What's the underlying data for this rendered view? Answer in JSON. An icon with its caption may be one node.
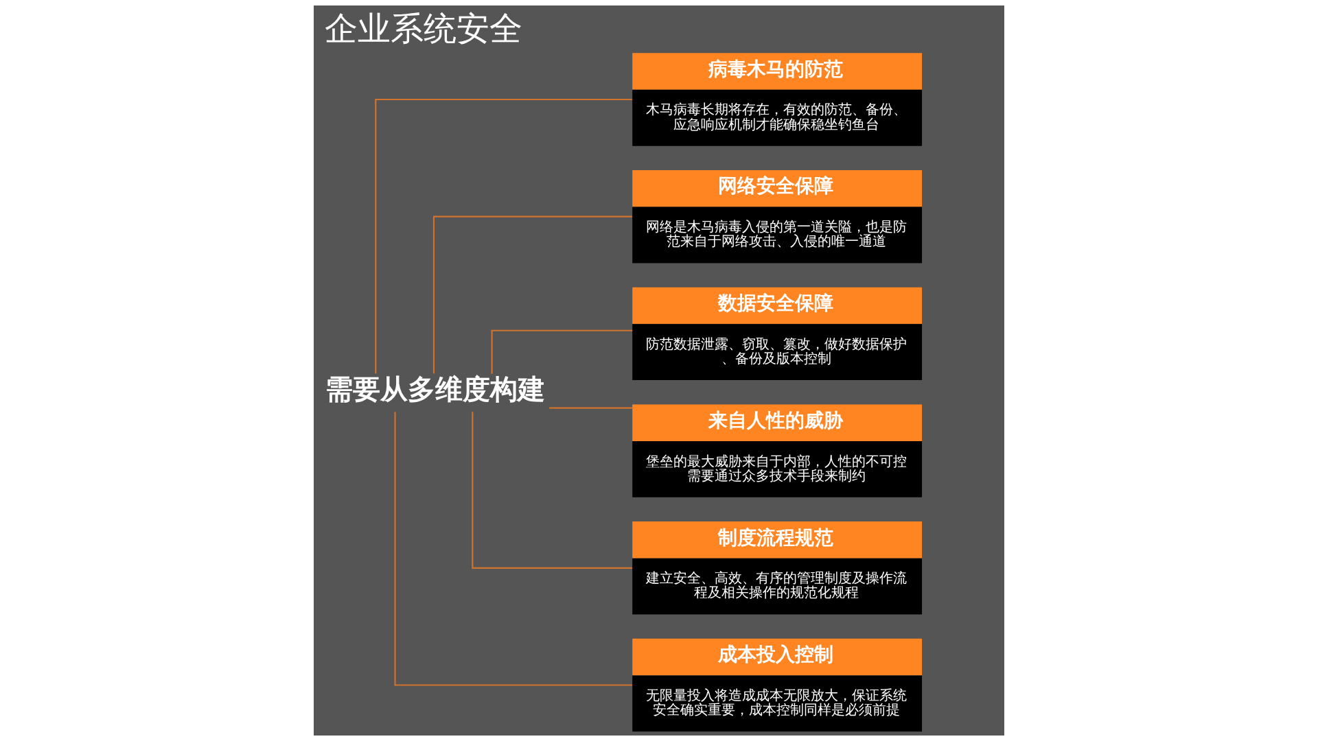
{
  "diagram": {
    "title": "企业系统安全",
    "nodes": [
      {
        "text": [
          "需要从多维度构建"
        ]
      },
      {
        "text": [
          "病毒木马的防范",
          "木马病毒长期将存在，有效的防范、备份、应急响应机制才能确保稳坐钓鱼台"
        ]
      },
      {
        "text": [
          "网络安全保障",
          "网络是木马病毒入侵的第一道关隘，也是防范来自于网络攻击、入侵的唯一通道"
        ]
      },
      {
        "text": [
          "数据安全保障",
          "防范数据泄露、窃取、篡改，做好数据保护、备份及版本控制"
        ]
      },
      {
        "text": [
          "来自人性的威胁",
          "堡垒的最大威胁来自于内部，人性的不可控需要通过众多技术手段来制约"
        ]
      },
      {
        "text": [
          "制度流程规范",
          "建立安全、高效、有序的管理制度及操作流程及相关操作的规范化规程"
        ]
      },
      {
        "text": [
          "成本投入控制",
          "无限量投入将造成成本无限放大，保证系统安全确实重要，成本控制同样是必须前提"
        ]
      }
    ],
    "edges": [
      {
        "from": 0,
        "to": 1,
        "arrow": "none"
      },
      {
        "from": 0,
        "to": 2,
        "arrow": "none"
      },
      {
        "from": 0,
        "to": 3,
        "arrow": "none"
      },
      {
        "from": 0,
        "to": 4,
        "arrow": "none"
      },
      {
        "from": 0,
        "to": 5,
        "arrow": "none"
      },
      {
        "from": 0,
        "to": 6,
        "arrow": "none"
      }
    ]
  }
}
